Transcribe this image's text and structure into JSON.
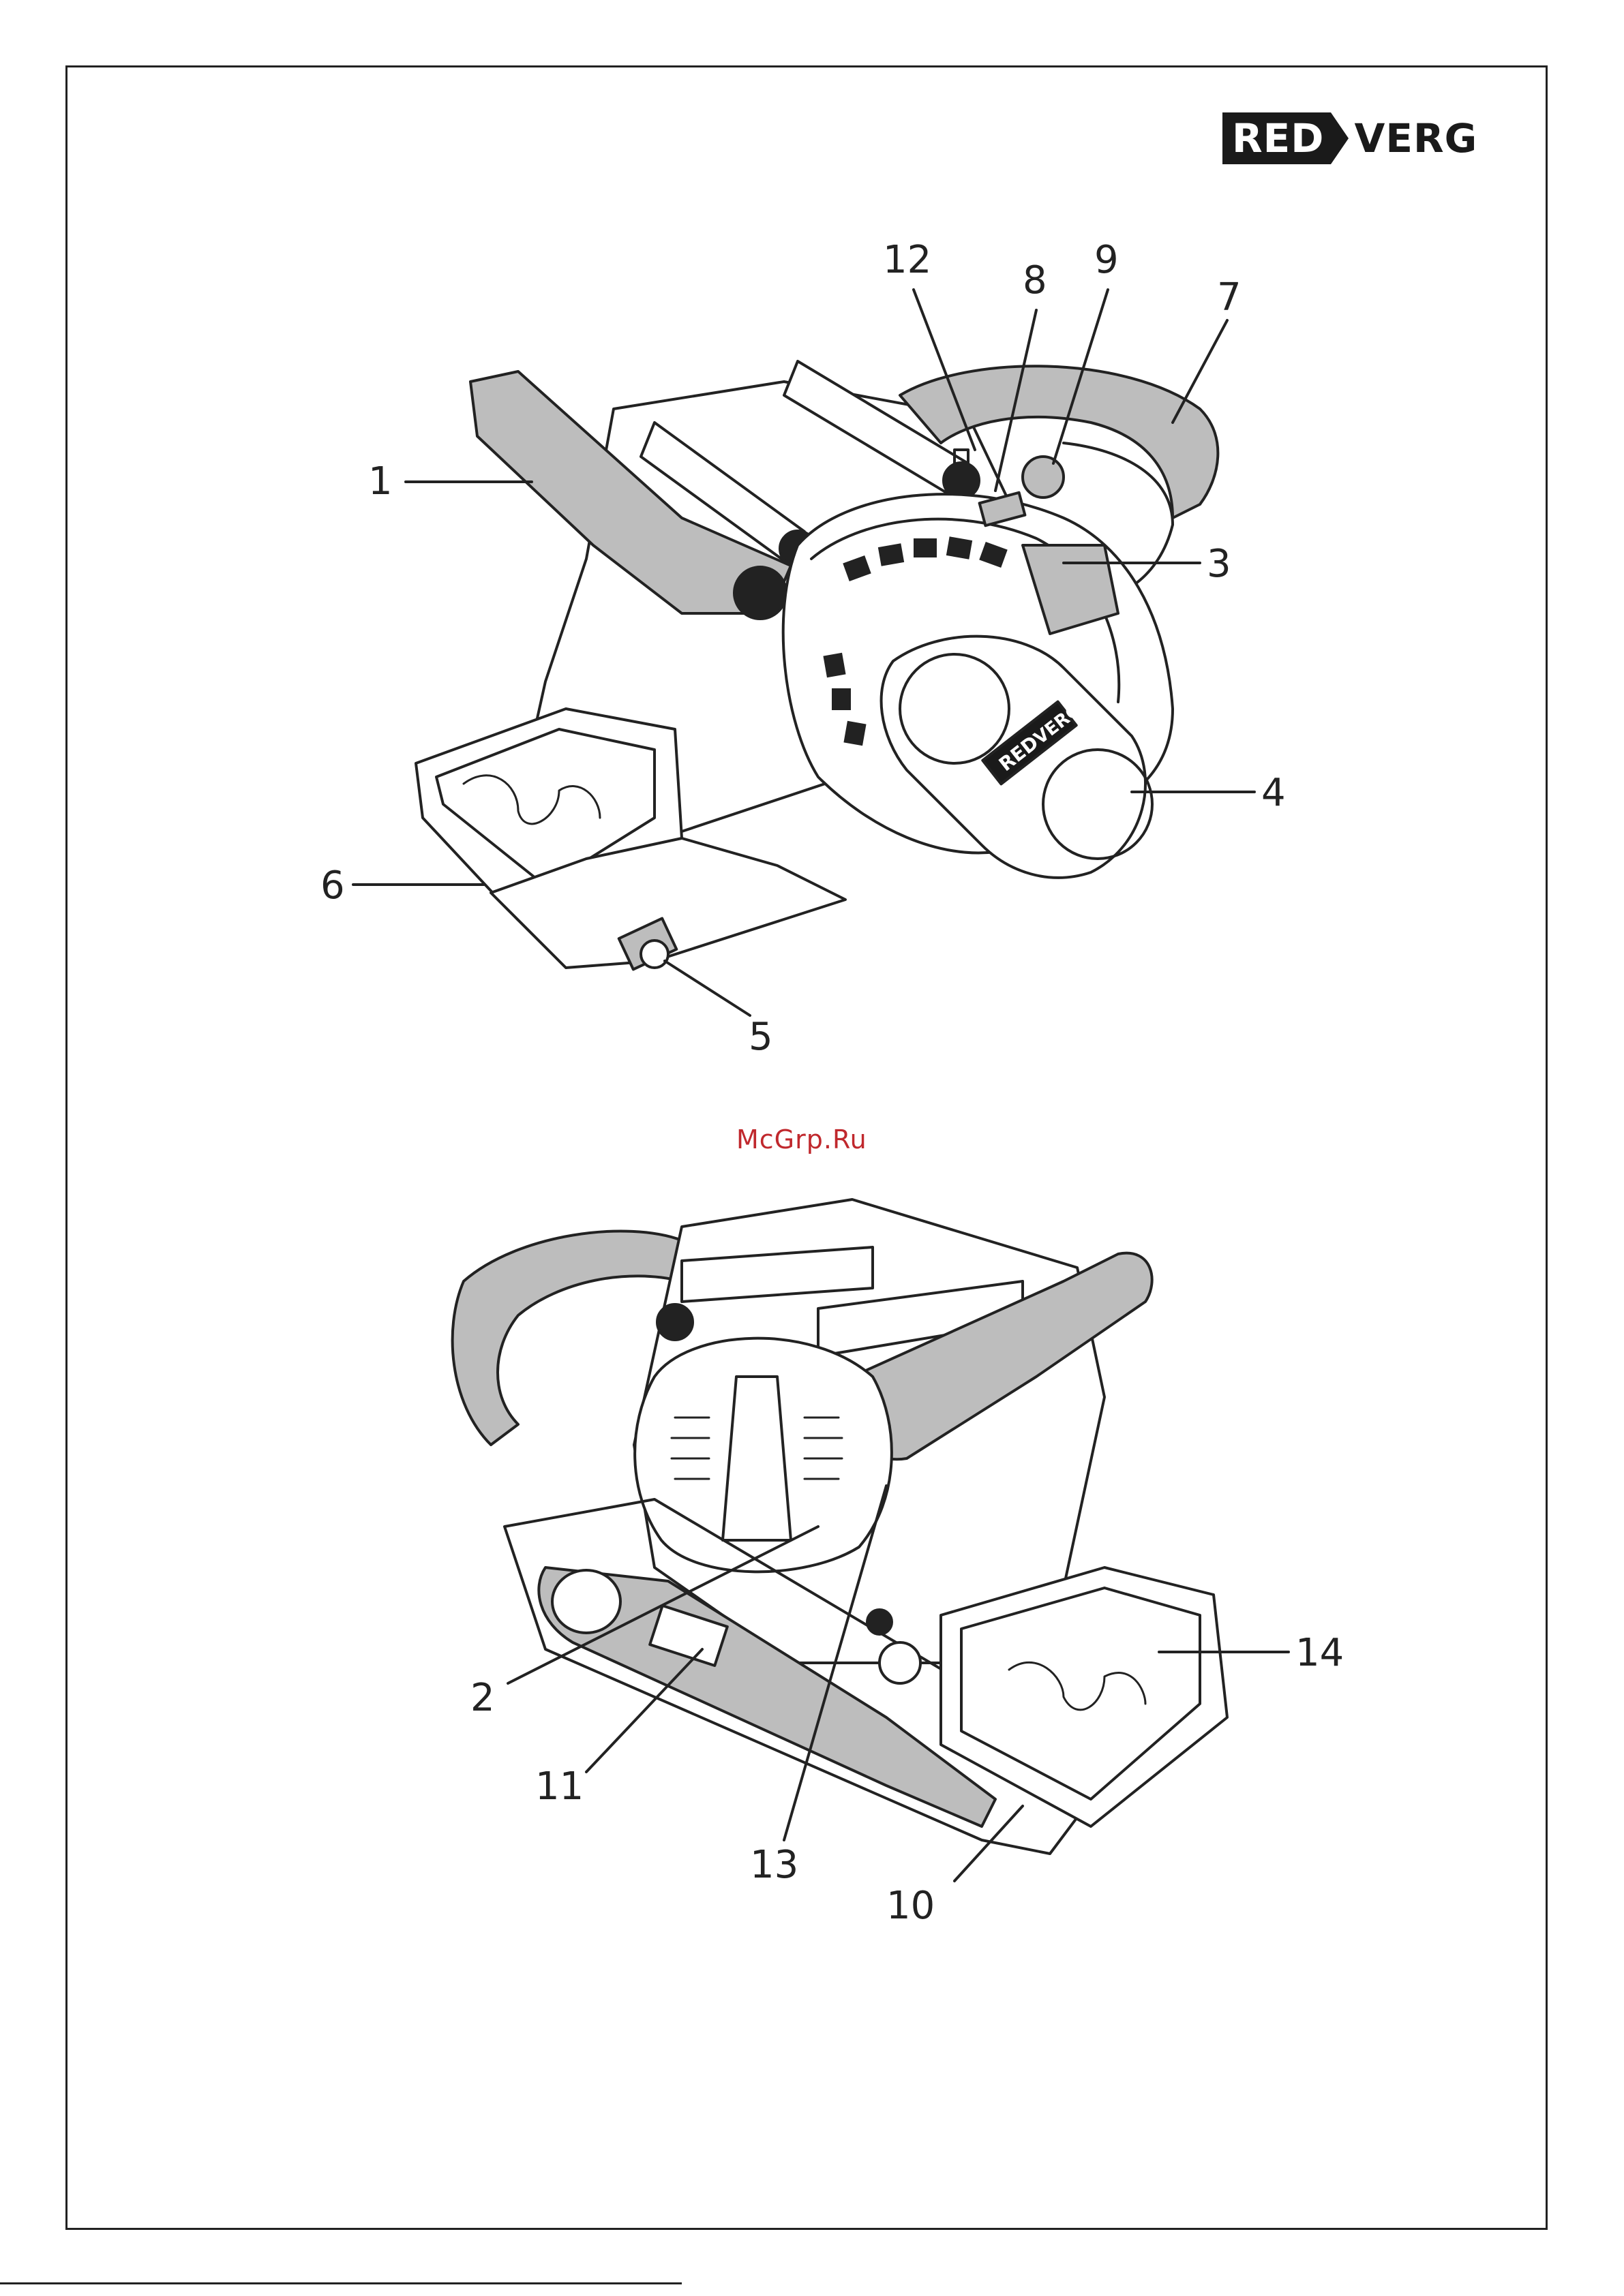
{
  "brand": {
    "logo_left": "RED",
    "logo_right": "VERG",
    "badge_left": "RED",
    "badge_right": "VERG",
    "colors": {
      "ink": "#222222",
      "fill": "#bdbdbd",
      "dark": "#1a1a1a",
      "watermark": "#c0282d"
    }
  },
  "watermark": "McGrp.Ru",
  "figure_top": {
    "callouts": [
      "1",
      "12",
      "8",
      "9",
      "7",
      "3",
      "4",
      "6",
      "5"
    ]
  },
  "figure_bottom": {
    "callouts": [
      "2",
      "11",
      "13",
      "10",
      "14"
    ]
  }
}
